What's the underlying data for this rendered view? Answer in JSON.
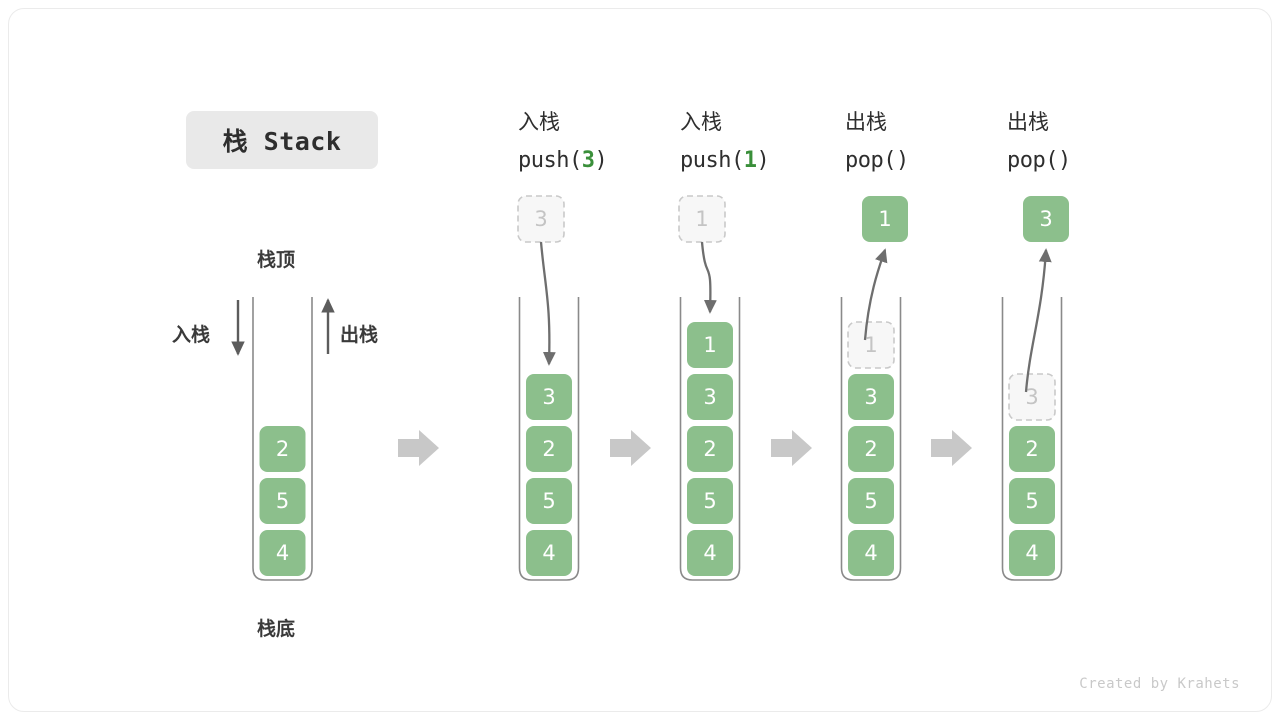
{
  "title": {
    "badge": "栈 Stack"
  },
  "credit": "Created by Krahets",
  "colors": {
    "cell_fill": "#8cbf8c",
    "cell_text": "#ffffff",
    "ghost_fill": "#f7f7f7",
    "ghost_border": "#c9c9c9",
    "ghost_text": "#c4c4c4",
    "tube_stroke": "#8a8a8a",
    "arrow_gray": "#c8c8c8",
    "curve_arrow": "#6e6e6e",
    "accent_green": "#3a8f3a",
    "badge_bg": "#e9e9e9",
    "text_dark": "#2e2e2e"
  },
  "legend": {
    "top_label": "栈顶",
    "bottom_label": "栈底",
    "push_label": "入栈",
    "pop_label": "出栈"
  },
  "base_stack": {
    "name": "栈 Stack",
    "cells": [
      "2",
      "5",
      "4"
    ]
  },
  "steps": [
    {
      "id": "push-3",
      "cn_label": "入栈",
      "code_prefix": "push(",
      "code_arg": "3",
      "code_suffix": ")",
      "operation": "push",
      "argument": "3",
      "incoming_ghost": "3",
      "arrow_direction": "down",
      "cells": [
        "3",
        "2",
        "5",
        "4"
      ],
      "result_box": null,
      "ghost_slot": null
    },
    {
      "id": "push-1",
      "cn_label": "入栈",
      "code_prefix": "push(",
      "code_arg": "1",
      "code_suffix": ")",
      "operation": "push",
      "argument": "1",
      "incoming_ghost": "1",
      "arrow_direction": "down",
      "cells": [
        "1",
        "3",
        "2",
        "5",
        "4"
      ],
      "result_box": null,
      "ghost_slot": null
    },
    {
      "id": "pop-1",
      "cn_label": "出栈",
      "code_prefix": "pop(",
      "code_arg": "",
      "code_suffix": ")",
      "operation": "pop",
      "argument": "",
      "incoming_ghost": null,
      "arrow_direction": "up",
      "cells": [
        "3",
        "2",
        "5",
        "4"
      ],
      "result_box": "1",
      "ghost_slot": "1"
    },
    {
      "id": "pop-3",
      "cn_label": "出栈",
      "code_prefix": "pop(",
      "code_arg": "",
      "code_suffix": ")",
      "operation": "pop",
      "argument": "",
      "incoming_ghost": null,
      "arrow_direction": "up",
      "cells": [
        "2",
        "5",
        "4"
      ],
      "result_box": "3",
      "ghost_slot": "3"
    }
  ],
  "flow_arrows": 4
}
